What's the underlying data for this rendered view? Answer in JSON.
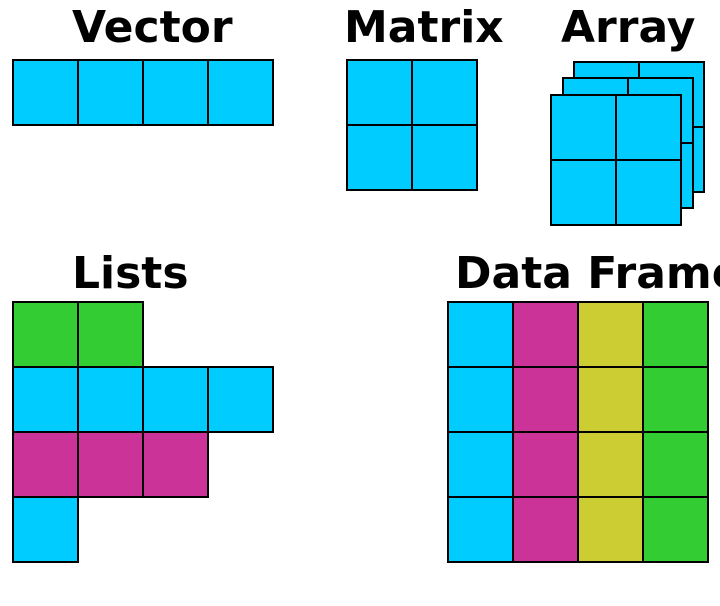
{
  "labels": {
    "vector": "Vector",
    "matrix": "Matrix",
    "array": "Array",
    "lists": "Lists",
    "data_frame": "Data Frame"
  },
  "colors": {
    "cyan": "#00ccff",
    "magenta": "#cc3399",
    "yellow": "#cccc33",
    "green": "#33cc33",
    "border": "#000000"
  },
  "structures": {
    "vector": [
      [
        "cyan",
        "cyan",
        "cyan",
        "cyan"
      ]
    ],
    "matrix": [
      [
        "cyan",
        "cyan"
      ],
      [
        "cyan",
        "cyan"
      ]
    ],
    "array": {
      "layers": 3,
      "rows": [
        [
          "cyan",
          "cyan"
        ],
        [
          "cyan",
          "cyan"
        ]
      ]
    },
    "lists": [
      [
        "green",
        "green"
      ],
      [
        "cyan",
        "cyan",
        "cyan",
        "cyan"
      ],
      [
        "magenta",
        "magenta",
        "magenta"
      ],
      [
        "cyan"
      ]
    ],
    "data_frame": [
      [
        "cyan",
        "magenta",
        "yellow",
        "green"
      ],
      [
        "cyan",
        "magenta",
        "yellow",
        "green"
      ],
      [
        "cyan",
        "magenta",
        "yellow",
        "green"
      ],
      [
        "cyan",
        "magenta",
        "yellow",
        "green"
      ]
    ]
  }
}
